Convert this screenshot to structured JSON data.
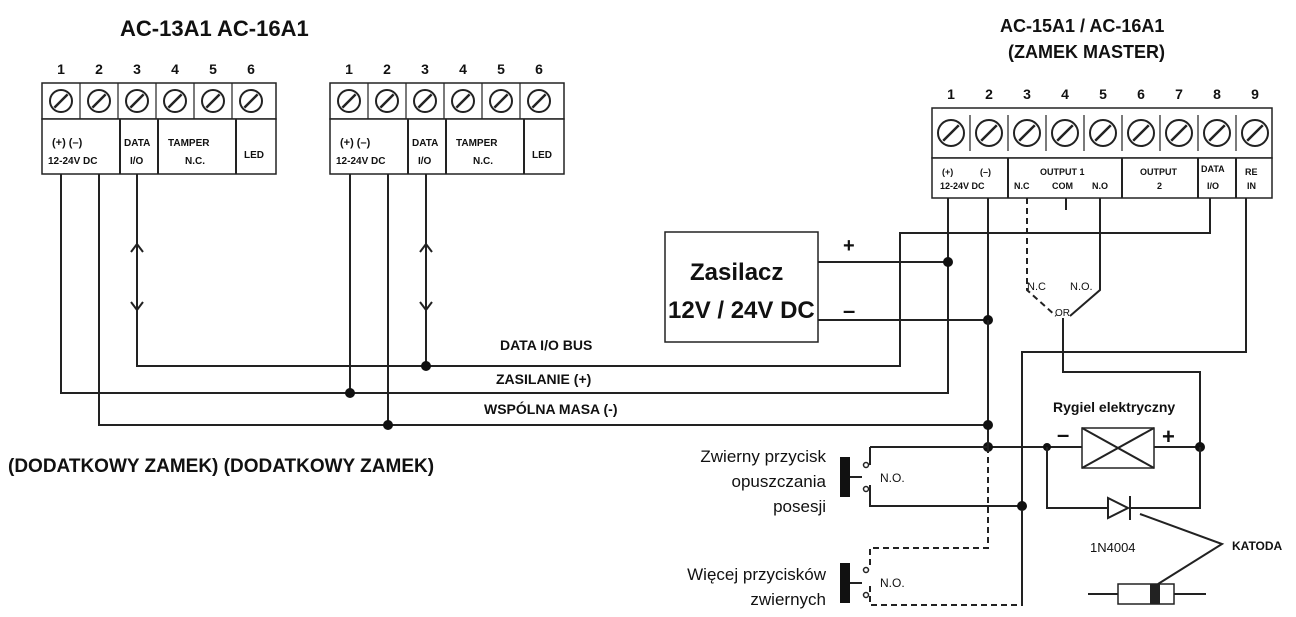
{
  "title_left": "AC-13A1 AC-16A1",
  "title_right_line1": "AC-15A1 / AC-16A1",
  "title_right_line2": "(ZAMEK MASTER)",
  "left_numbers": [
    "1",
    "2",
    "3",
    "4",
    "5",
    "6"
  ],
  "right_numbers": [
    "1",
    "2",
    "3",
    "4",
    "5",
    "6",
    "7",
    "8",
    "9"
  ],
  "term_labels": {
    "plus_minus": "(+) (–)",
    "dc": "12-24V DC",
    "data": "DATA",
    "io": "I/O",
    "tamper": "TAMPER",
    "nc": "N.C.",
    "led": "LED"
  },
  "right_term_labels": {
    "plus": "(+)",
    "minus": "(–)",
    "dc": "12-24V DC",
    "output1": "OUTPUT 1",
    "nc": "N.C",
    "com": "COM",
    "no": "N.O",
    "output2": "OUTPUT",
    "output2_num": "2",
    "data": "DATA",
    "io": "I/O",
    "re": "RE",
    "in": "IN"
  },
  "psu_line1": "Zasilacz",
  "psu_line2": "12V / 24V DC",
  "psu_plus": "+",
  "psu_minus": "–",
  "bus_data": "DATA I/O BUS",
  "bus_power": "ZASILANIE (+)",
  "bus_ground": "WSPÓLNA MASA (-)",
  "extra_locks": "(DODATKOWY ZAMEK) (DODATKOWY ZAMEK)",
  "switch_label_nc": "N.C",
  "switch_label_no": "N.O.",
  "switch_label_or": "OR",
  "lock_label": "Rygiel elektryczny",
  "lock_minus": "–",
  "lock_plus": "+",
  "button1_line1": "Zwierny przycisk",
  "button1_line2": "opuszczania",
  "button1_line3": "posesji",
  "button2_line1": "Więcej przycisków",
  "button2_line2": "zwiernych",
  "no_label": "N.O.",
  "diode_label": "1N4004",
  "katoda": "KATODA"
}
